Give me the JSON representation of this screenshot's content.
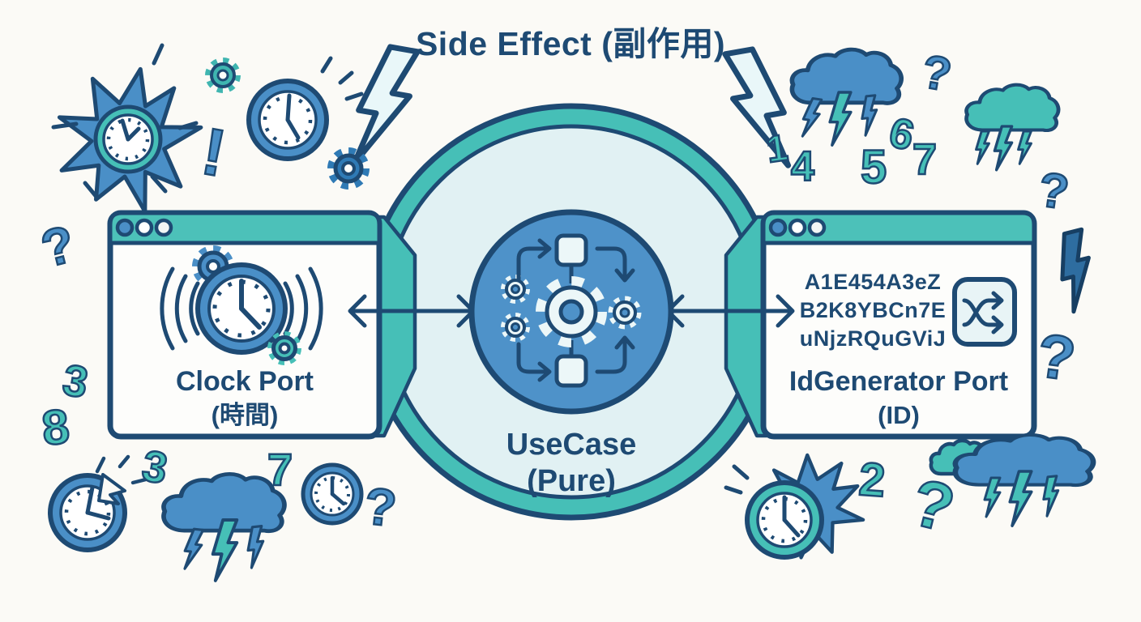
{
  "title": "Side Effect (副作用)",
  "center_circle": {
    "label_line1": "UseCase",
    "label_line2": "(Pure)"
  },
  "left_window": {
    "label_line1": "Clock Port",
    "label_line2": "(時間)"
  },
  "right_window": {
    "label_line1": "IdGenerator Port",
    "label_line2": "(ID)",
    "id_lines": [
      "A1E454A3eZ",
      "B2K8YBCn7E",
      "uNjzRQuGViJ"
    ]
  },
  "decorations": {
    "exclamation": "!",
    "numbers": [
      {
        "char": "1"
      },
      {
        "char": "4"
      },
      {
        "char": "5"
      },
      {
        "char": "6"
      },
      {
        "char": "7"
      },
      {
        "char": "2"
      },
      {
        "char": "3"
      },
      {
        "char": "7"
      },
      {
        "char": "3"
      },
      {
        "char": "8"
      }
    ],
    "question_marks": [
      {
        "char": "?"
      },
      {
        "char": "?"
      },
      {
        "char": "?"
      },
      {
        "char": "?"
      },
      {
        "char": "?"
      },
      {
        "char": "?"
      }
    ]
  },
  "icons": {
    "clock": "clock-icon",
    "gear": "gear-icon",
    "storm_cloud": "storm-cloud-icon",
    "lightning": "lightning-icon",
    "shuffle": "shuffle-icon",
    "process_flow": "process-flow-icon",
    "sound_waves": "sound-waves-icon"
  },
  "colors": {
    "navy": "#1e4a73",
    "blue": "#4a8fc7",
    "teal": "#46bfb7",
    "titlebar": "#4cc1b9",
    "interior": "#e1f1f3",
    "center_blue": "#4e92c9",
    "pale": "#ecf7f8",
    "background": "#fbfaf6"
  }
}
